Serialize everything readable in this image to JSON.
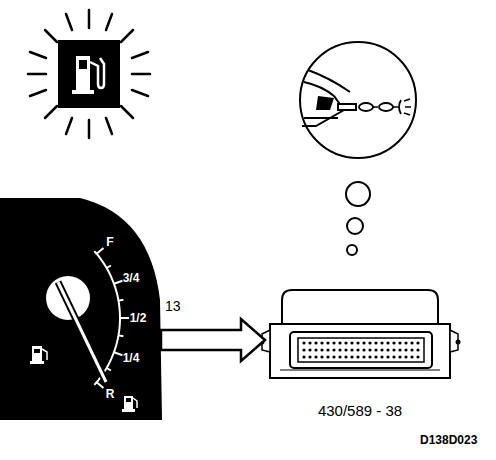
{
  "diagram": {
    "nodes": [
      {
        "text": [
          "F",
          "3/4",
          "1/2",
          "1/4",
          "R"
        ]
      },
      {
        "text": [
          "430/589 - 38"
        ]
      }
    ],
    "edges": [
      {
        "from": 0,
        "to": 1,
        "arrow": "to",
        "label": "13"
      }
    ],
    "labels": [
      "D138D023"
    ]
  }
}
